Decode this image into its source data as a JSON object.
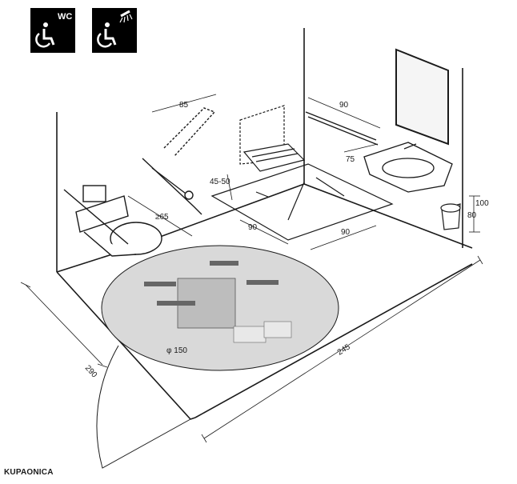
{
  "icons": [
    {
      "name": "wheelchair-icon",
      "label": "WC"
    },
    {
      "name": "wheelchair-shower-icon",
      "label": ""
    }
  ],
  "dimensions": {
    "grab_rail_reach": "85",
    "towel_rail_width": "90",
    "basin_height": "75",
    "seat_height": "45-50",
    "toilet_clearance": "≥65",
    "shower_depth": "90",
    "shower_width": "90",
    "mirror_height": "100",
    "bin_height": "80",
    "room_depth": "290",
    "room_width": "245",
    "turning_circle": "φ 150"
  },
  "caption": "KUPAONICA",
  "colors": {
    "ink": "#1a1a1a",
    "circle": "#d9d9d9",
    "icon_bg": "#000000"
  }
}
